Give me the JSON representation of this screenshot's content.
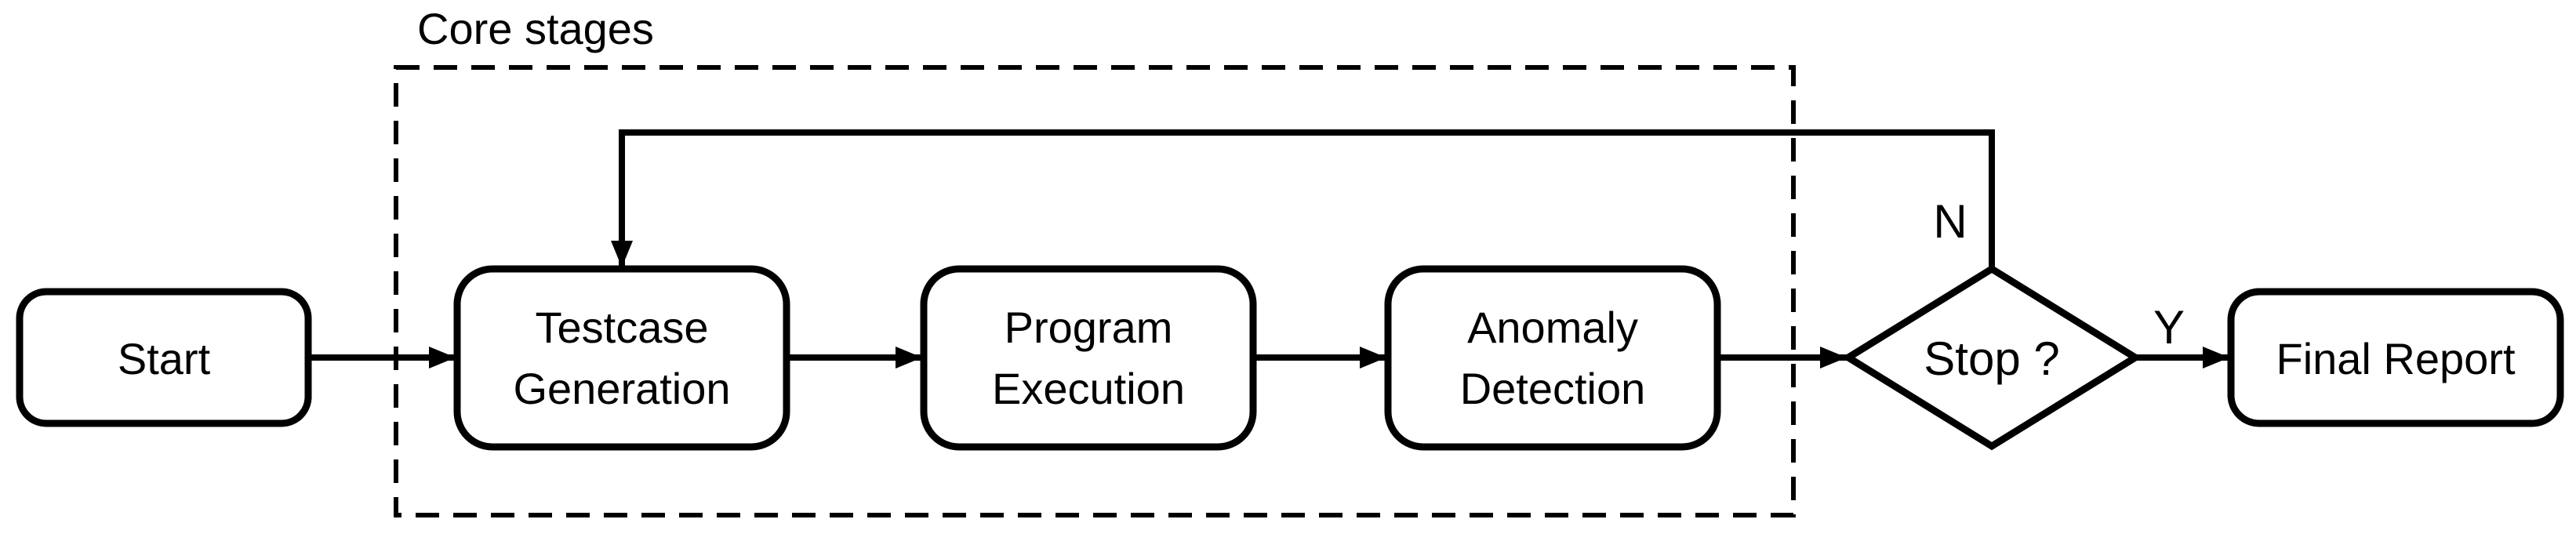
{
  "group": {
    "label": "Core stages"
  },
  "nodes": {
    "start": {
      "type": "rounded-rect",
      "label": "Start"
    },
    "testcase_generation": {
      "type": "rounded-rect",
      "line1": "Testcase",
      "line2": "Generation"
    },
    "program_execution": {
      "type": "rounded-rect",
      "line1": "Program",
      "line2": "Execution"
    },
    "anomaly_detection": {
      "type": "rounded-rect",
      "line1": "Anomaly",
      "line2": "Detection"
    },
    "stop_decision": {
      "type": "decision-diamond",
      "label": "Stop ?"
    },
    "final_report": {
      "type": "rounded-rect",
      "label": "Final Report"
    }
  },
  "edges": [
    {
      "from": "start",
      "to": "testcase_generation",
      "label": ""
    },
    {
      "from": "testcase_generation",
      "to": "program_execution",
      "label": ""
    },
    {
      "from": "program_execution",
      "to": "anomaly_detection",
      "label": ""
    },
    {
      "from": "anomaly_detection",
      "to": "stop_decision",
      "label": ""
    },
    {
      "from": "stop_decision",
      "to": "final_report",
      "label": "Y"
    },
    {
      "from": "stop_decision",
      "to": "testcase_generation",
      "label": "N"
    }
  ],
  "colors": {
    "ink": "#000000",
    "background": "#ffffff"
  }
}
